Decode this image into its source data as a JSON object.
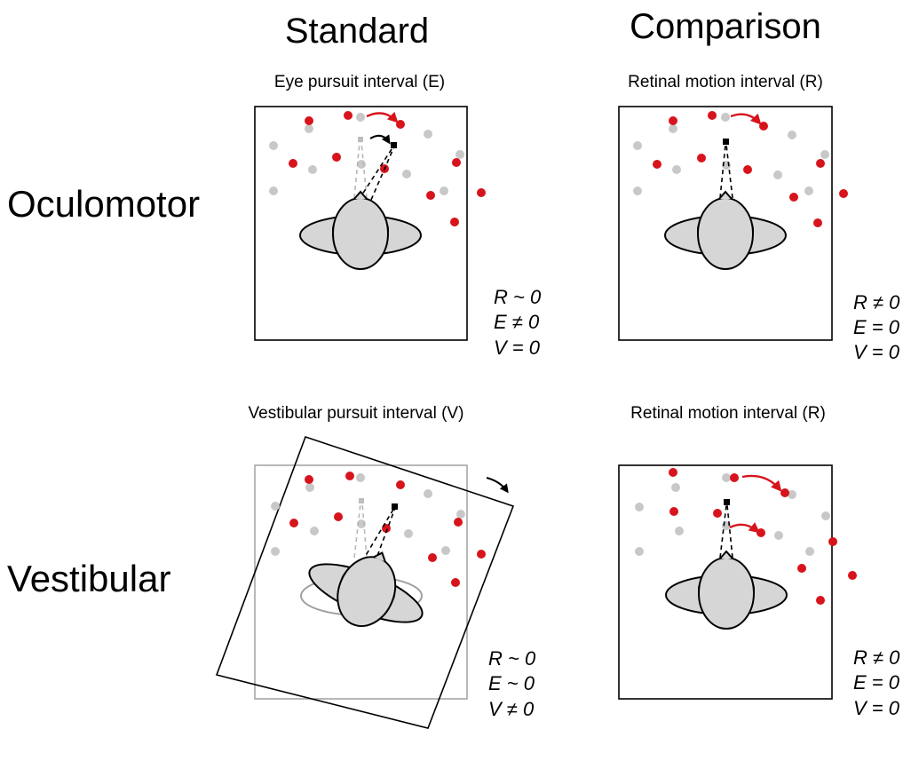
{
  "column_headings": {
    "standard": "Standard",
    "comparison": "Comparison"
  },
  "row_headings": {
    "oculomotor": "Oculomotor",
    "vestibular": "Vestibular"
  },
  "panels": {
    "oculomotor_standard": {
      "subtitle": "Eye pursuit interval (E)",
      "eq": [
        "R ~ 0",
        "E ≠ 0",
        "V = 0"
      ]
    },
    "oculomotor_comparison": {
      "subtitle": "Retinal motion interval (R)",
      "eq": [
        "R ≠ 0",
        "E = 0",
        "V = 0"
      ]
    },
    "vestibular_standard": {
      "subtitle": "Vestibular pursuit interval (V)",
      "eq": [
        "R ~ 0",
        "E ~ 0",
        "V ≠ 0"
      ]
    },
    "vestibular_comparison": {
      "subtitle": "Retinal motion interval (R)",
      "eq": [
        "R ≠ 0",
        "E = 0",
        "V = 0"
      ]
    }
  },
  "colors": {
    "dot_red": "#d7141c",
    "dot_grey": "#c8c8c8",
    "head": "#d6d6d6",
    "frame_ghost": "#9a9a9a"
  }
}
